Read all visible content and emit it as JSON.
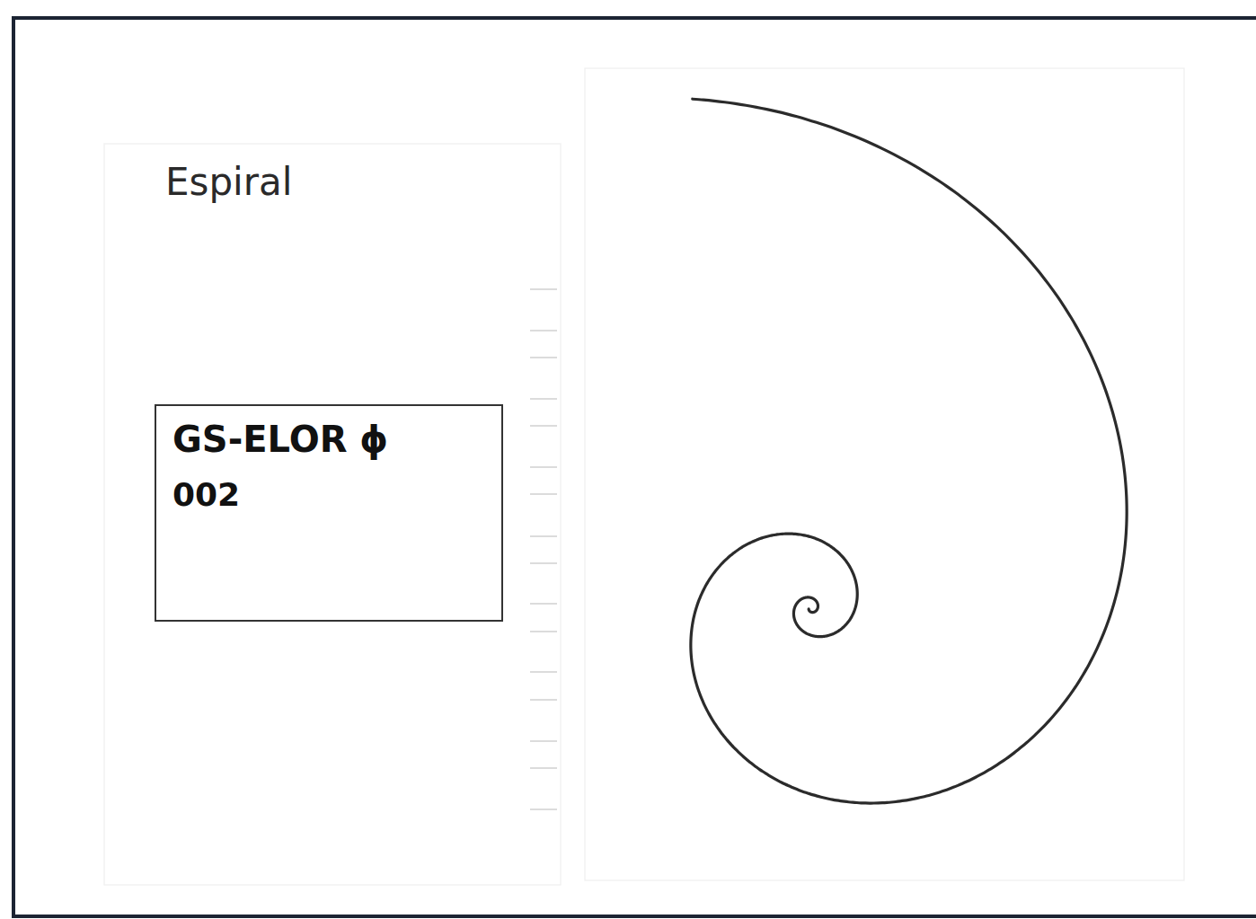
{
  "diagram": {
    "title": "Espiral",
    "nodes": [
      {
        "text": [
          "GS-ELOR ϕ",
          "002"
        ]
      }
    ]
  }
}
